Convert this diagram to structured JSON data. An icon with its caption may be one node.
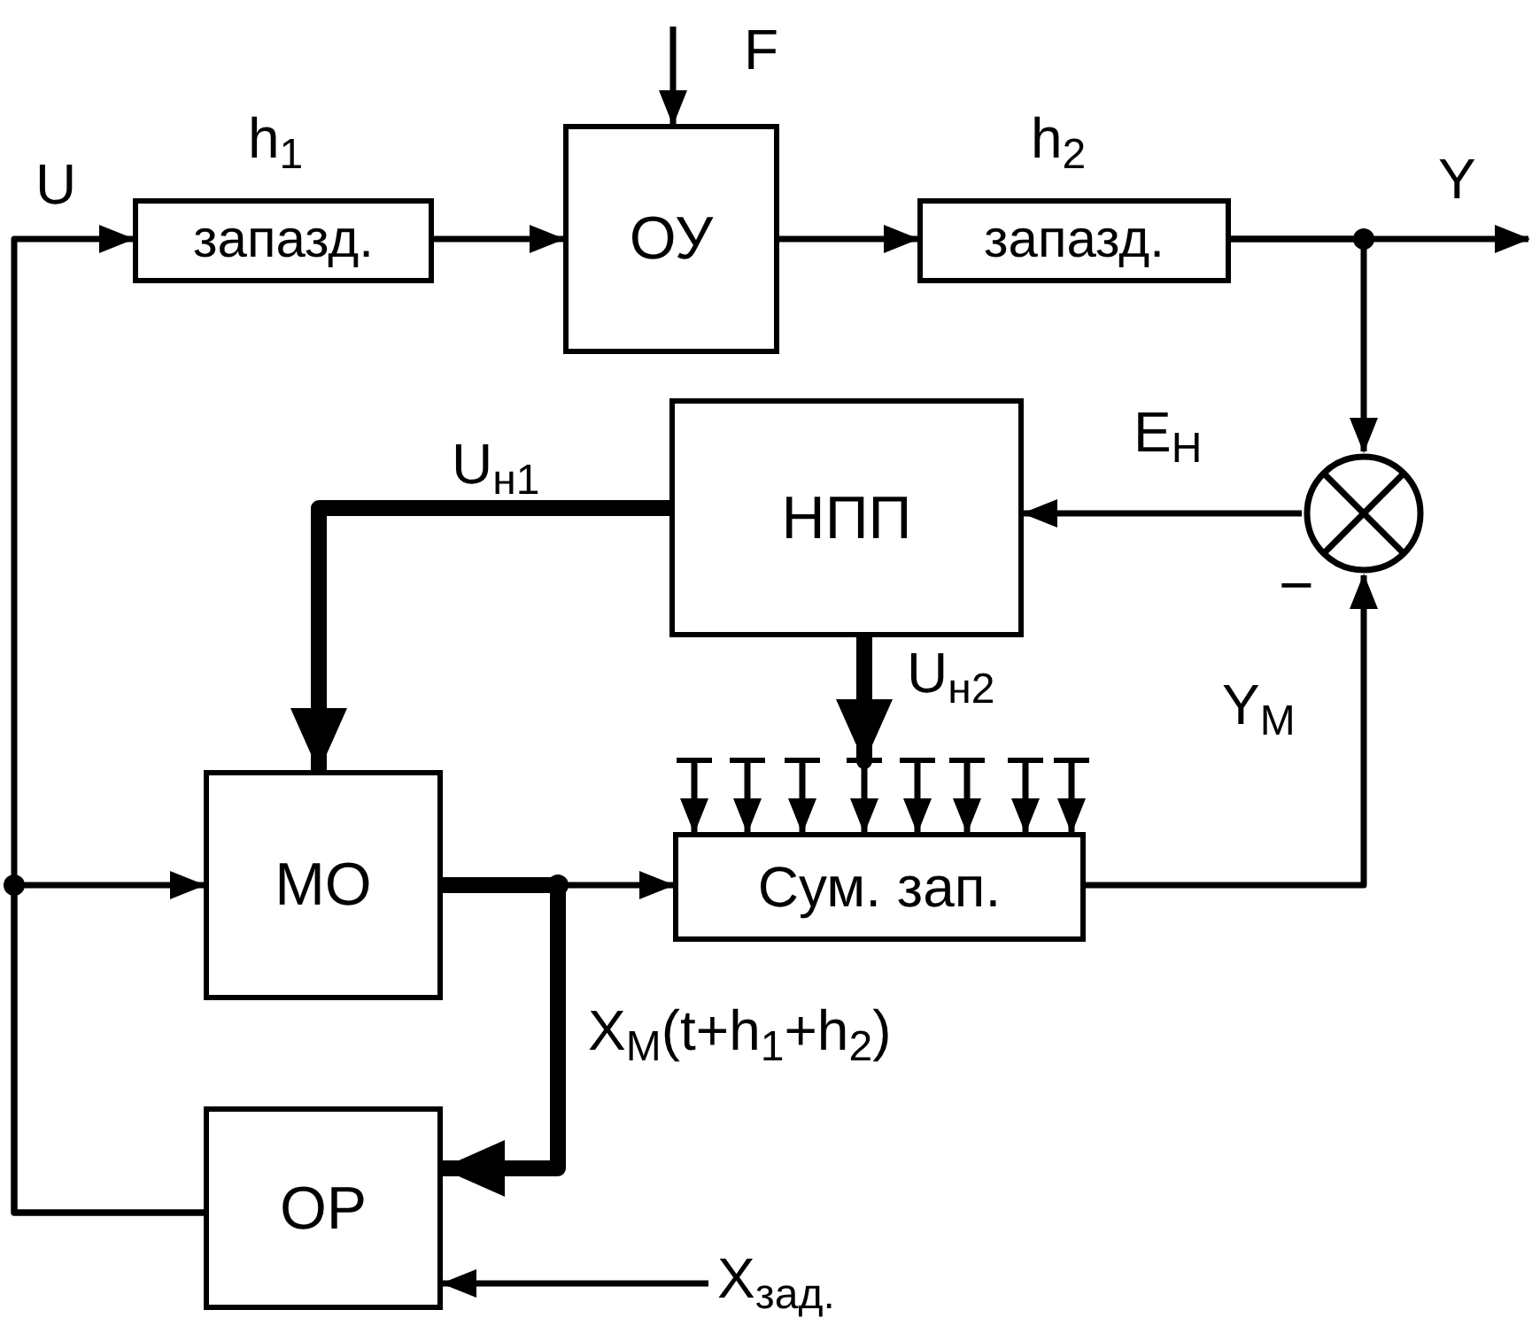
{
  "diagram": {
    "nodes": [
      {
        "text": [
          "запазд."
        ],
        "beside": [
          "h$_{1}$"
        ]
      },
      {
        "text": [
          "ОУ"
        ]
      },
      {
        "text": [
          "запазд."
        ],
        "beside": [
          "h$_{2}$"
        ]
      },
      {
        "text": [
          "НПП"
        ]
      },
      {
        "text": [],
        "shape": "circle"
      },
      {
        "text": [
          "МО"
        ]
      },
      {
        "text": [
          "Сум. зап."
        ]
      },
      {
        "text": [
          "ОР"
        ]
      }
    ],
    "edges": [
      {
        "from": 7,
        "to": 0,
        "arrow": "to",
        "label": "U"
      },
      {
        "from": 7,
        "to": 5,
        "arrow": "to"
      },
      {
        "from": null,
        "to": 1,
        "arrow": "to",
        "label": "F"
      },
      {
        "from": 0,
        "to": 1,
        "arrow": "to"
      },
      {
        "from": 1,
        "to": 2,
        "arrow": "to"
      },
      {
        "from": 2,
        "to": null,
        "arrow": "to",
        "label": "Y"
      },
      {
        "from": 2,
        "to": 4,
        "arrow": "to"
      },
      {
        "from": 4,
        "to": 3,
        "arrow": "to",
        "label": "E$_{Н}$"
      },
      {
        "from": 3,
        "to": 5,
        "arrow": "to",
        "label": "U$_{н1}$",
        "style": "thick"
      },
      {
        "from": 3,
        "to": 6,
        "arrow": "to",
        "label": "U$_{н2}$",
        "style": "thick"
      },
      {
        "from": 5,
        "to": 6,
        "arrow": "to"
      },
      {
        "from": 5,
        "to": 7,
        "arrow": "to",
        "label": "X$_{M}$(t+h$_{1}$+h$_{2}$)",
        "style": "thick"
      },
      {
        "from": 6,
        "to": 4,
        "arrow": "to",
        "label": "Y$_{M}$"
      },
      {
        "from": null,
        "to": 7,
        "arrow": "to",
        "label": "X$_{зад.}$"
      },
      {
        "from": null,
        "to": 6,
        "arrow": "to"
      },
      {
        "from": null,
        "to": 6,
        "arrow": "to"
      },
      {
        "from": null,
        "to": 6,
        "arrow": "to"
      },
      {
        "from": null,
        "to": 6,
        "arrow": "to"
      },
      {
        "from": null,
        "to": 6,
        "arrow": "to"
      },
      {
        "from": null,
        "to": 6,
        "arrow": "to"
      },
      {
        "from": null,
        "to": 6,
        "arrow": "to"
      },
      {
        "from": null,
        "to": 6,
        "arrow": "to"
      }
    ],
    "labels": [
      "−"
    ]
  }
}
